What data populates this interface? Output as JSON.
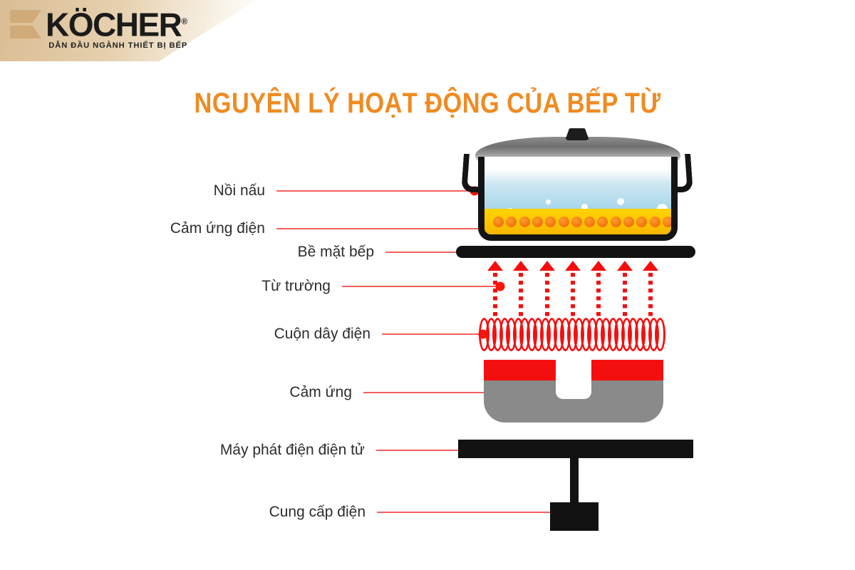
{
  "brand": {
    "wordmark": "KÖCHER",
    "registered": "®",
    "tagline": "DẪN ĐẦU NGÀNH THIẾT BỊ BẾP",
    "mark_color": "#d0ab79",
    "banner_color": "#d9bd94"
  },
  "title": "NGUYÊN LÝ HOẠT ĐỘNG CỦA BẾP TỪ",
  "colors": {
    "title_orange": "#ef8b22",
    "leader_line": "#f2605c",
    "leader_dot": "#f91708",
    "coil_red": "#f41010",
    "field_red": "#f50d0d",
    "induction_red": "#f40f0f",
    "induction_grey": "#8a8a8a",
    "hob_black": "#121212",
    "water_blue": "#9ed2e8",
    "hot_yellow": "#ffd400",
    "heat_dot_orange": "#f2760c",
    "lid_grey": "#6f6f6f"
  },
  "callouts": [
    {
      "id": "noi-nau",
      "label": "Nồi nấu"
    },
    {
      "id": "cam-ung-dien",
      "label": "Cảm ứng điện"
    },
    {
      "id": "be-mat-bep",
      "label": "Bề mặt bếp"
    },
    {
      "id": "tu-truong",
      "label": "Từ trường"
    },
    {
      "id": "cuon-day-dien",
      "label": "Cuộn dây điện"
    },
    {
      "id": "cam-ung",
      "label": "Cảm ứng"
    },
    {
      "id": "may-phat-dien",
      "label": "Máy phát điện điện tử"
    },
    {
      "id": "cung-cap-dien",
      "label": "Cung cấp điện"
    }
  ],
  "diagram": {
    "pot_name": "cooking-pot",
    "lid_name": "pot-lid",
    "hob_name": "hob-surface",
    "field_arrow_count": 7,
    "coil_loop_count": 27,
    "heat_dot_count": 14,
    "bubble_count": 13,
    "generator_name": "electronic-generator-bar",
    "power_name": "power-supply-box"
  }
}
